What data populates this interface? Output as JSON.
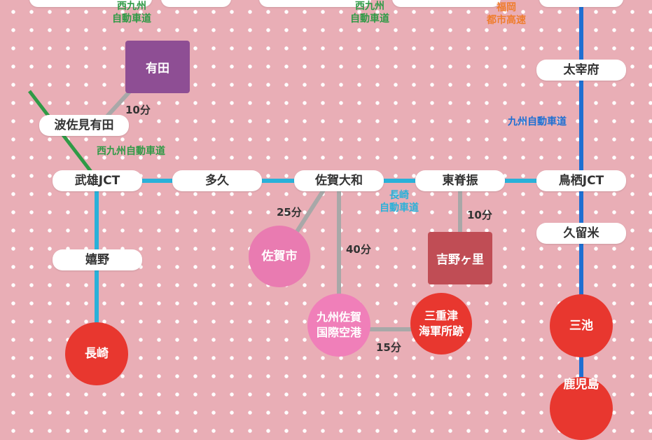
{
  "colors": {
    "background": "#e9aeb6",
    "nagasaki_expressway": "#29b1d9",
    "kyushu_expressway": "#1e6fd2",
    "nishi_kyushu_expressway": "#2f9a46",
    "fukuoka_urban_expressway": "#ef7d2d",
    "connector_road": "#a8a8a8",
    "arita_box": "#8e4e94",
    "yoshinogari_box": "#c04d55",
    "saga_city_circle": "#e97bb1",
    "saga_airport_circle": "#f07fb9",
    "nagasaki_circle": "#e8372f",
    "miike_circle": "#e8372f",
    "mietsu_circle": "#e8372f",
    "kagoshima_circle": "#e8372f"
  },
  "stations": {
    "takeo_jct": "武雄JCT",
    "taku": "多久",
    "saga_yamato": "佐賀大和",
    "higashisefuri": "東脊振",
    "tosu_jct": "鳥栖JCT",
    "hasami_arita": "波佐見有田",
    "ureshino": "嬉野",
    "dazaifu": "太宰府",
    "kurume": "久留米"
  },
  "destinations": {
    "arita": "有田",
    "yoshinogari": "吉野ヶ里",
    "saga_city": "佐賀市",
    "saga_airport": "九州佐賀\n国際空港",
    "mietsu": "三重津\n海軍所跡",
    "nagasaki": "長崎",
    "miike": "三池",
    "kagoshima": "鹿児島"
  },
  "road_labels": {
    "nishi_kyushu_1": "西九州\n自動車道",
    "nishi_kyushu_2": "西九州\n自動車道",
    "nishi_kyushu_3": "西九州自動車道",
    "fukuoka_urban": "福岡\n都市高速",
    "kyushu": "九州自動車道",
    "nagasaki": "長崎\n自動車道"
  },
  "times": {
    "arita": "10分",
    "saga_city": "25分",
    "saga_airport": "40分",
    "yoshinogari": "10分",
    "mietsu": "15分"
  }
}
